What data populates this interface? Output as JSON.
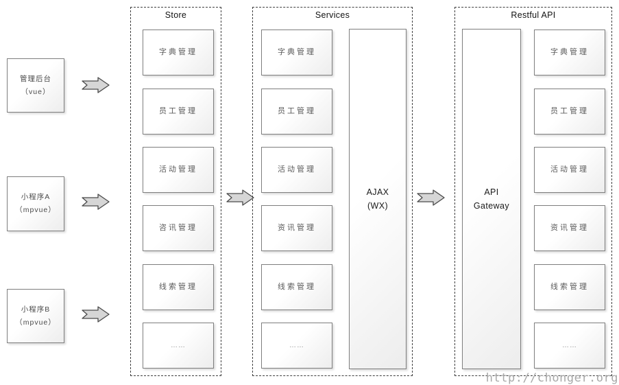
{
  "watermark": "http://chonger.org",
  "colors": {
    "box_border": "#7e7e7e",
    "dash_border": "#3d3d3d",
    "arrow_fill": "#d6d6d6",
    "arrow_stroke": "#4a4a4a",
    "watermark": "#a8a8a8"
  },
  "clients": [
    {
      "label": "管理后台\n（vue）"
    },
    {
      "label": "小程序A\n（mpvue）"
    },
    {
      "label": "小程序B\n（mpvue）"
    }
  ],
  "columns": {
    "store": {
      "title": "Store",
      "items": [
        "字典管理",
        "员工管理",
        "活动管理",
        "咨讯管理",
        "线索管理",
        "……"
      ]
    },
    "services": {
      "title": "Services",
      "items": [
        "字典管理",
        "员工管理",
        "活动管理",
        "资讯管理",
        "线索管理",
        "……"
      ],
      "tall_box": "AJAX\n(WX)"
    },
    "restful": {
      "title": "Restful API",
      "items": [
        "字典管理",
        "员工管理",
        "活动管理",
        "资讯管理",
        "线索管理",
        "……"
      ],
      "tall_box": "API\nGateway"
    }
  }
}
